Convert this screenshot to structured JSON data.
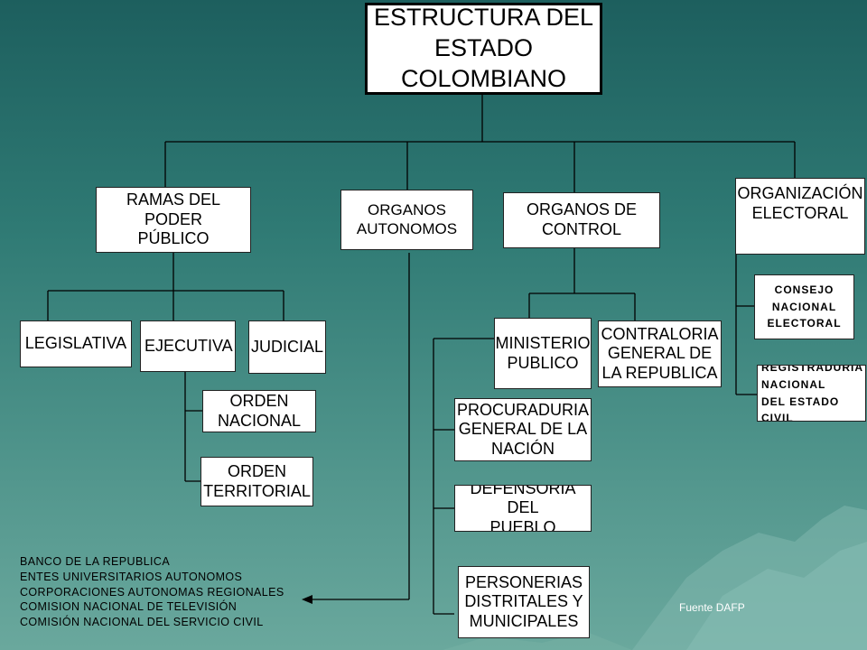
{
  "title": "ESTRUCTURA DEL\nESTADO\nCOLOMBIANO",
  "branches": {
    "ramas": "RAMAS DEL PODER\nPÚBLICO",
    "organos_autonomos": "ORGANOS\nAUTONOMOS",
    "organos_control": "ORGANOS DE\nCONTROL",
    "organizacion_electoral": "ORGANIZACIÓN\nELECTORAL"
  },
  "ramas_children": {
    "legislativa": "LEGISLATIVA",
    "ejecutiva": "EJECUTIVA",
    "judicial": "JUDICIAL"
  },
  "ejecutiva_children": {
    "orden_nacional": "ORDEN\nNACIONAL",
    "orden_territorial": "ORDEN\nTERRITORIAL"
  },
  "control_children": {
    "ministerio_publico": "MINISTERIO\nPUBLICO",
    "contraloria": "CONTRALORIA\nGENERAL DE\nLA REPUBLICA"
  },
  "ministerio_children": {
    "procuraduria": "PROCURADURIA\nGENERAL DE LA\nNACIÓN",
    "defensoria": "DEFENSORIA DEL\nPUEBLO",
    "personerias": "PERSONERIAS\nDISTRITALES Y\nMUNICIPALES"
  },
  "electoral_children": {
    "consejo": "CONSEJO\nNACIONAL\nELECTORAL",
    "registraduria": "REGISTRADURIA\nNACIONAL\nDEL ESTADO CIVIL"
  },
  "autonomos_list": [
    "BANCO DE LA REPUBLICA",
    "ENTES UNIVERSITARIOS AUTONOMOS",
    "CORPORACIONES AUTONOMAS REGIONALES",
    "COMISION NACIONAL DE TELEVISIÓN",
    "COMISIÓN NACIONAL DEL SERVICIO CIVIL"
  ],
  "source": "Fuente DAFP",
  "colors": {
    "background_top": "#1d5f5e",
    "background_bottom": "#6aa89d",
    "box": "#ffffff",
    "line": "#000000"
  }
}
